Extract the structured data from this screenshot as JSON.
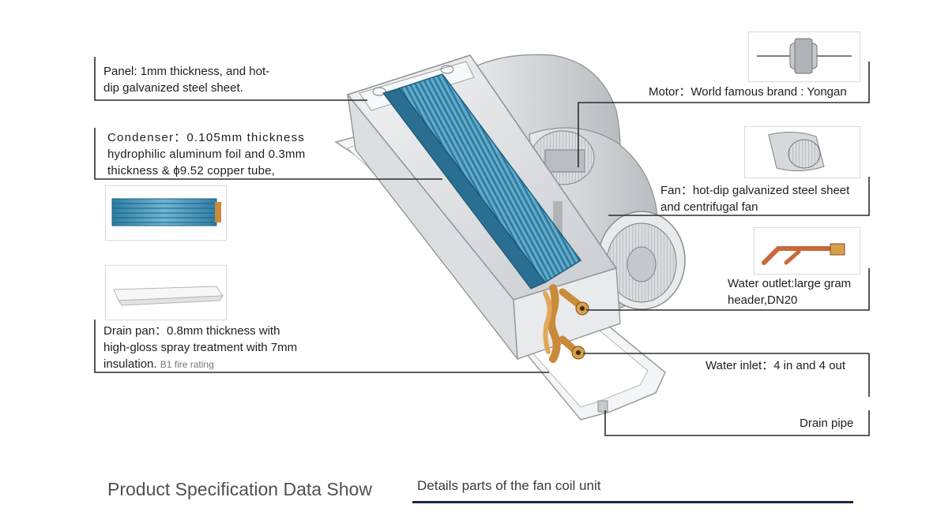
{
  "labels": {
    "panel": [
      "Panel: 1mm thickness, and hot-",
      "dip galvanized steel sheet."
    ],
    "condenser": [
      "Condenser：0.105mm thickness",
      "hydrophilic aluminum foil and 0.3mm",
      "thickness & ϕ9.52 copper tube,"
    ],
    "drain_pan": [
      "Drain pan：0.8mm thickness with",
      "high-gloss spray treatment with 7mm",
      "insulation."
    ],
    "drain_pan_note": "B1 fire rating",
    "motor": "Motor：World famous brand : Yongan",
    "fan": [
      "Fan：hot-dip galvanized steel sheet",
      "and centrifugal fan"
    ],
    "water_outlet": [
      "Water outlet:large gram",
      "header,DN20"
    ],
    "water_inlet": "Water inlet：4 in and 4 out",
    "drain_pipe": "Drain pipe"
  },
  "footer": {
    "left_title": "Product Specification Data Show",
    "right_title": "Details parts of the fan coil unit"
  },
  "colors": {
    "coil_blue": "#3f8fb3",
    "copper": "#c98a3a",
    "frame_gray": "#d6d8da",
    "leader_line": "#2b2b2b",
    "footer_bar": "#1d2a40"
  }
}
